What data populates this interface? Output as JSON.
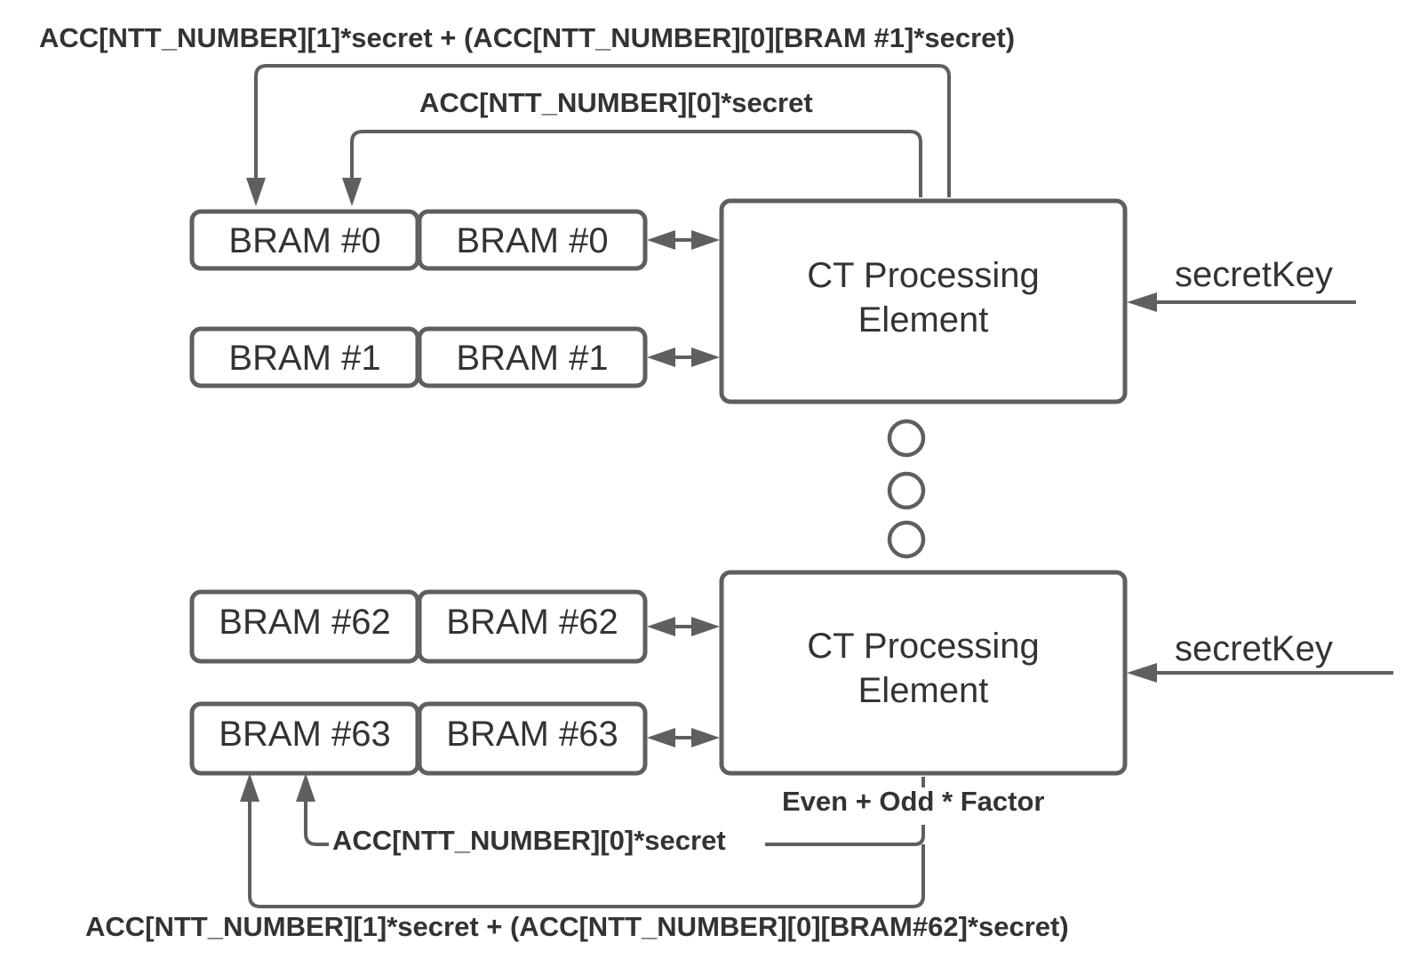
{
  "top_labels": {
    "acc1": "ACC[NTT_NUMBER][1]*secret + (ACC[NTT_NUMBER][0][BRAM #1]*secret)",
    "acc0": "ACC[NTT_NUMBER][0]*secret"
  },
  "upper_brams": [
    [
      "BRAM #0",
      "BRAM #0"
    ],
    [
      "BRAM #1",
      "BRAM #1"
    ]
  ],
  "lower_brams": [
    [
      "BRAM #62",
      "BRAM #62"
    ],
    [
      "BRAM #63",
      "BRAM #63"
    ]
  ],
  "upper_pe": {
    "line1": "CT Processing",
    "line2": "Element"
  },
  "lower_pe": {
    "line1": "CT Processing",
    "line2": "Element"
  },
  "inputs": {
    "upper_key": "secretKey",
    "lower_key": "secretKey"
  },
  "bottom_labels": {
    "factor": "Even + Odd * Factor",
    "acc0": "ACC[NTT_NUMBER][0]*secret",
    "acc1": "ACC[NTT_NUMBER][1]*secret + (ACC[NTT_NUMBER][0][BRAM#62]*secret)"
  },
  "ellipsis_icon": "vertical-three-circles"
}
